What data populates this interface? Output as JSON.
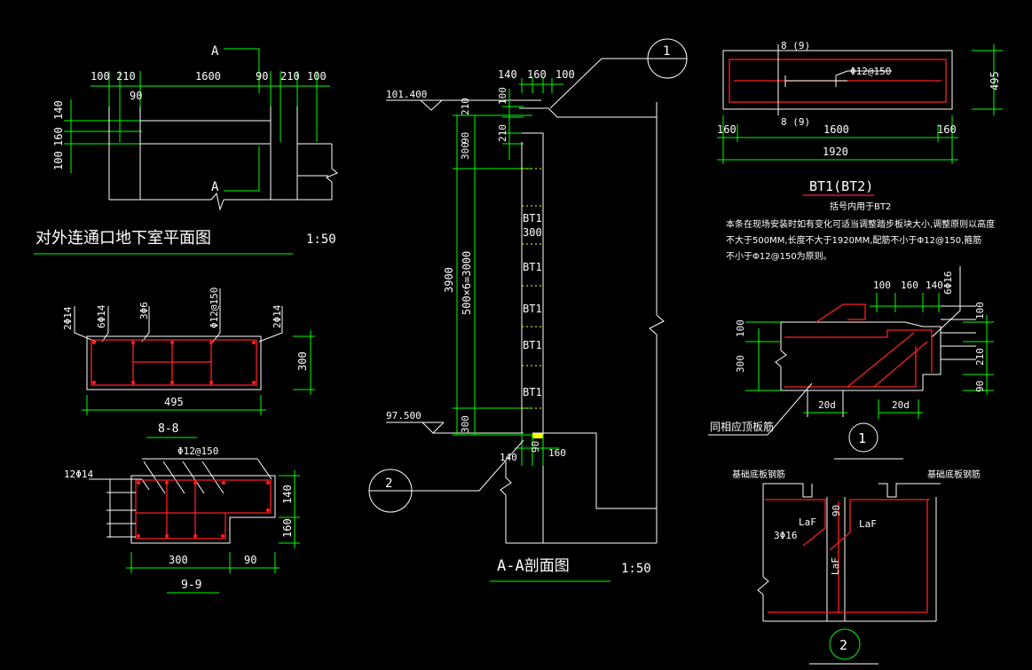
{
  "plan": {
    "section_mark": "A",
    "dims_top": [
      "100",
      "210",
      "1600",
      "90",
      "210",
      "100"
    ],
    "dim_90": "90",
    "dims_left": [
      "140",
      "160",
      "100"
    ],
    "title": "对外连通口地下室平面图",
    "scale": "1:50"
  },
  "sec88": {
    "labels": [
      "2Φ14",
      "6Φ14",
      "3Φ6",
      "Φ12@150",
      "2Φ14"
    ],
    "dim_height": "300",
    "dim_width": "495",
    "title": "8-8"
  },
  "sec99": {
    "label_left": "12Φ14",
    "label_stirrup": "Φ12@150",
    "dims_right": [
      "140",
      "160"
    ],
    "dims_bottom": [
      "300",
      "90"
    ],
    "title": "9-9"
  },
  "aa": {
    "elev_top": "101.400",
    "elev_bottom": "97.500",
    "dims_top": [
      "140",
      "160",
      "100"
    ],
    "dims_side": [
      "100",
      "210",
      "300",
      "90",
      "210"
    ],
    "total_height": "3900",
    "step_height": "500×6=3000",
    "steps_top": "300",
    "steps_bottom": "300",
    "bt1_step_label": "300",
    "bt1_labels": [
      "BT1",
      "BT1",
      "BT1",
      "BT1",
      "BT1"
    ],
    "dims_foot": [
      "140",
      "90",
      "160"
    ],
    "detail1": "1",
    "detail2": "2",
    "title": "A-A剖面图",
    "scale": "1:50"
  },
  "bt": {
    "top_label": "8 (9)",
    "bottom_label": "8 (9)",
    "rebar_label": "Φ12@150",
    "dims": [
      "160",
      "1600",
      "160"
    ],
    "total": "1920",
    "height": "495",
    "title": "BT1(BT2)",
    "note_lines": [
      "括号内用于BT2",
      "本条在现场安装时如有变化可适当调整踏步板块大小,调整原则以高度",
      "不大于500MM,长度不大于1920MM,配筋不小于Φ12@150,箍筋",
      "不小于Φ12@150为原则。"
    ]
  },
  "det1": {
    "dims_top": [
      "100",
      "160",
      "140"
    ],
    "label_top": "6Φ16",
    "dims_left": [
      "100",
      "300"
    ],
    "dims_right": [
      "100",
      "210",
      "90"
    ],
    "anchor": [
      "20d",
      "20d"
    ],
    "note": "同相应顶板筋",
    "mark": "1"
  },
  "det2": {
    "label_left": "基础底板钢筋",
    "label_right": "基础底板钢筋",
    "bar_label": "3Φ16",
    "laf": [
      "LaF",
      "LaF",
      "LaF"
    ],
    "dim_90": "90",
    "mark": "2"
  }
}
